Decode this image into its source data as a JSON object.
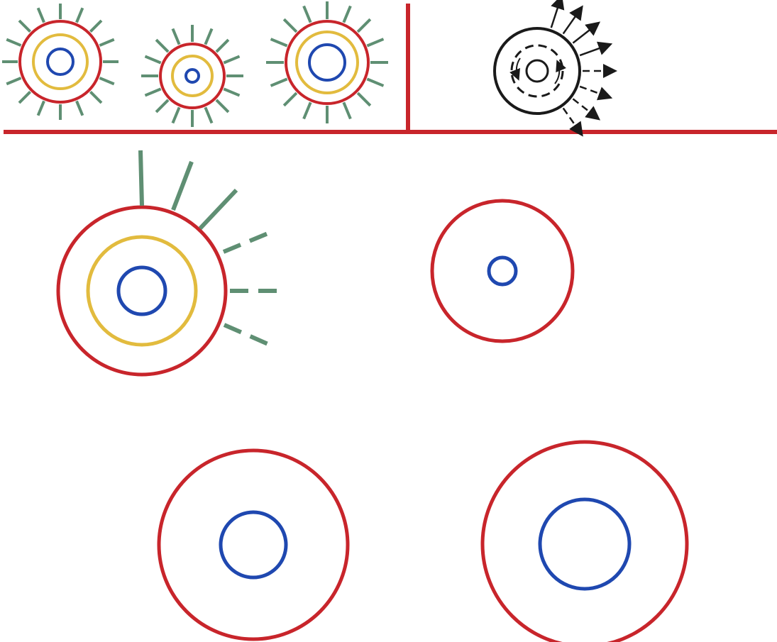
{
  "colors": {
    "red": "#c8252b",
    "yellow": "#e2bb3e",
    "blue": "#1f48b0",
    "green": "#5f8f73",
    "black": "#1a1a1a",
    "background": "#ffffff"
  },
  "figures": {
    "top_panel": [
      "cell-with-yellow-ring-and-rays",
      "small-cell-with-yellow-ring-and-rays",
      "cell-with-yellow-ring-and-rays",
      "black-cell-with-dashed-ring-and-arrows"
    ],
    "bottom_panel": [
      "cell-with-yellow-ring-and-partial-rays",
      "red-ring-with-tiny-blue-core",
      "red-ring-with-blue-core",
      "red-ring-with-large-blue-core"
    ]
  }
}
